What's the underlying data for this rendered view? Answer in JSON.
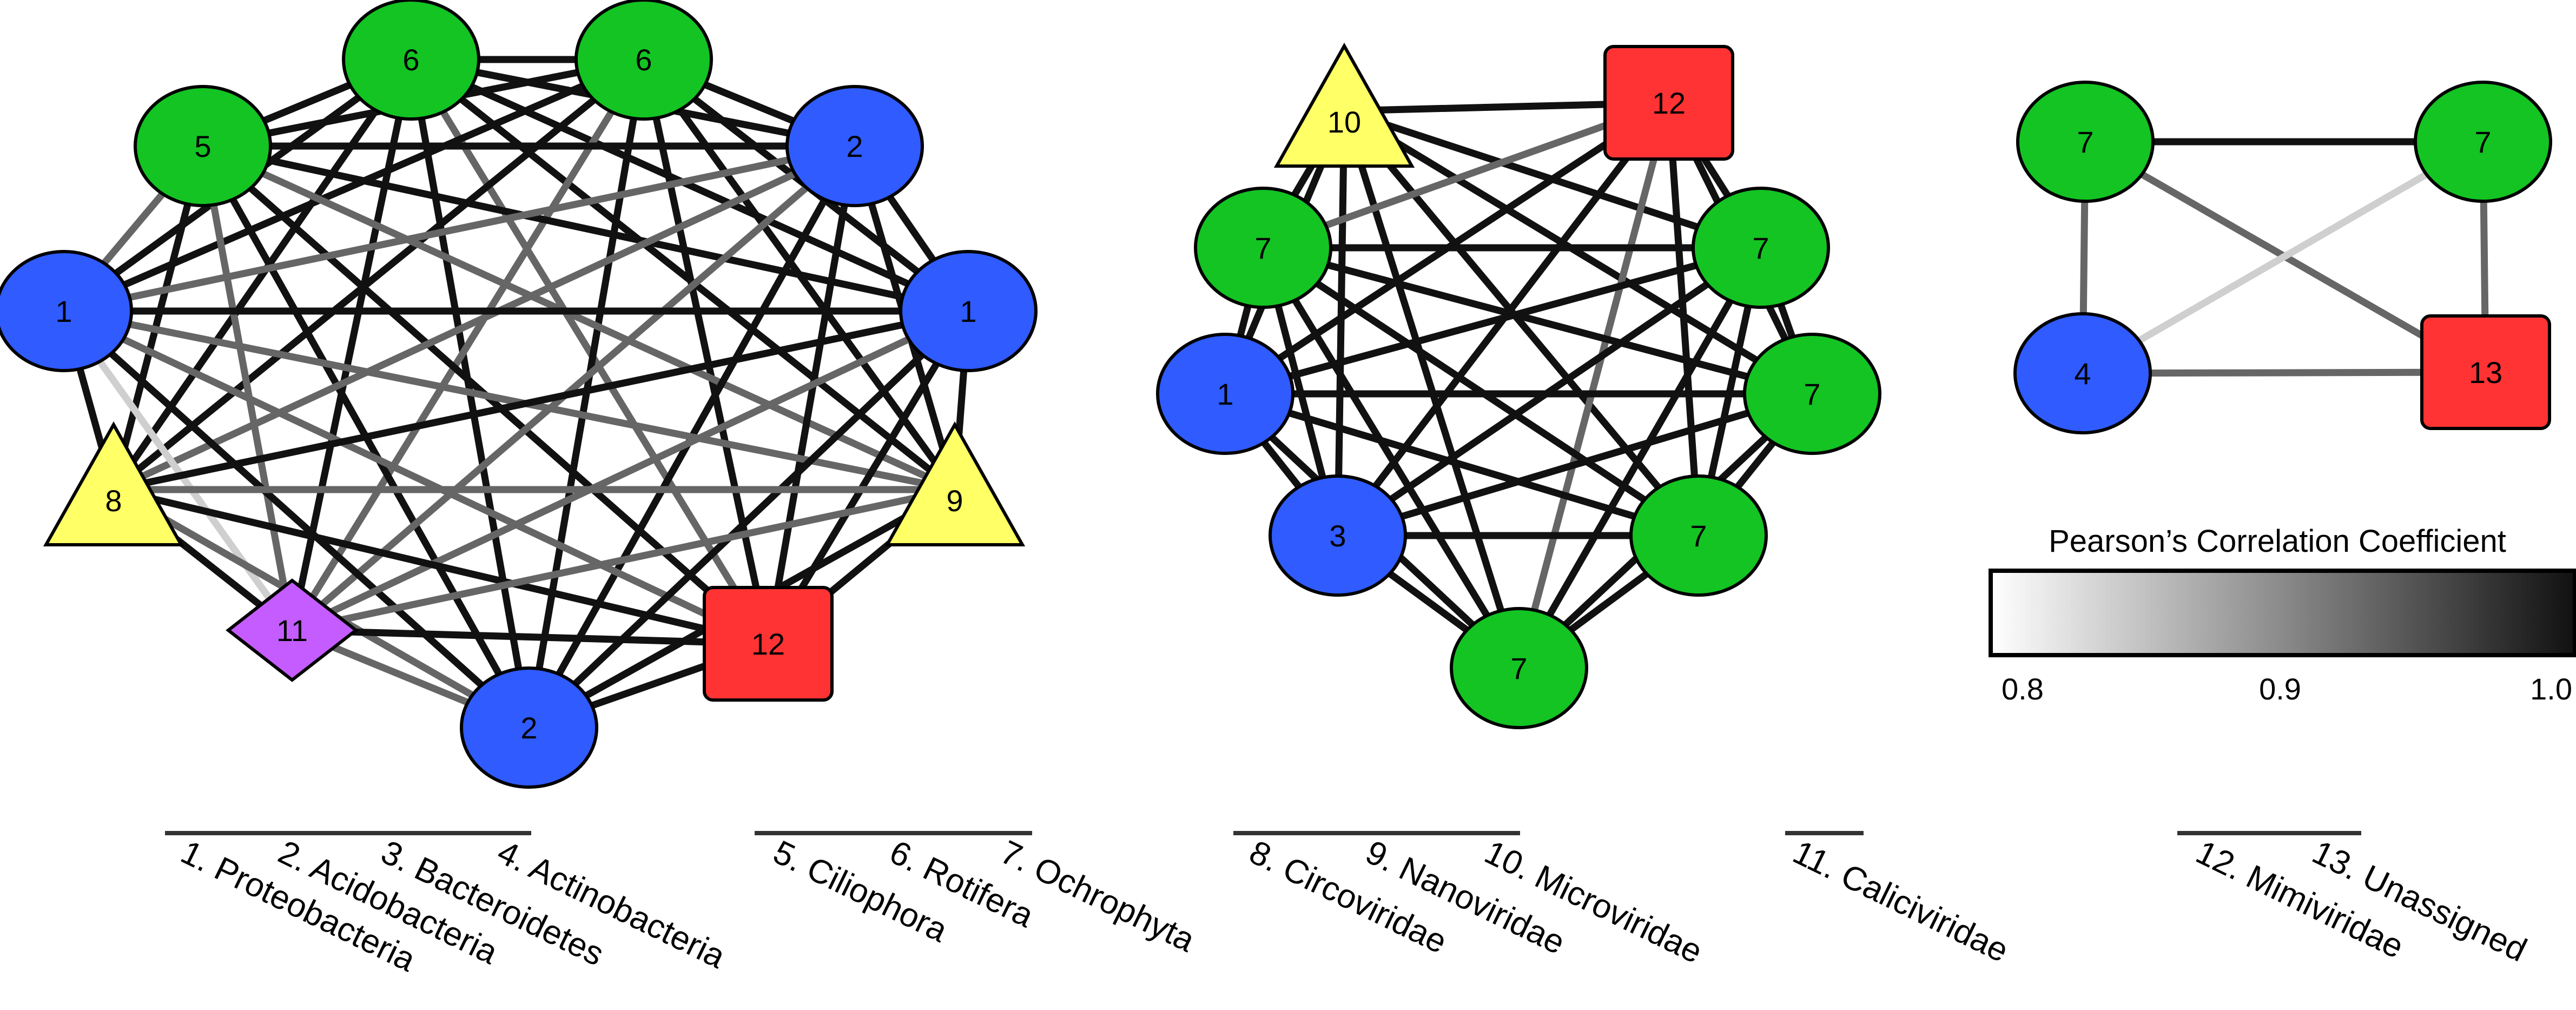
{
  "colors": {
    "bacteria": "#2f5bff",
    "protist": "#13c423",
    "virus_small": "#ffff66",
    "calici": "#c45cff",
    "mimi": "#ff3333",
    "outline": "#000000",
    "strong_edge": "#111111",
    "mid_edge": "#666666",
    "weak_edge": "#cfcfcf"
  },
  "networks": [
    {
      "id": "net1",
      "nodes": [
        {
          "id": "n6a",
          "label": "6",
          "shape": "ellipse",
          "group": "protist"
        },
        {
          "id": "n6b",
          "label": "6",
          "shape": "ellipse",
          "group": "protist"
        },
        {
          "id": "n5",
          "label": "5",
          "shape": "ellipse",
          "group": "protist"
        },
        {
          "id": "n2a",
          "label": "2",
          "shape": "ellipse",
          "group": "bacteria"
        },
        {
          "id": "n1a",
          "label": "1",
          "shape": "ellipse",
          "group": "bacteria"
        },
        {
          "id": "n1b",
          "label": "1",
          "shape": "ellipse",
          "group": "bacteria"
        },
        {
          "id": "n8",
          "label": "8",
          "shape": "triangle",
          "group": "virus_small"
        },
        {
          "id": "n9",
          "label": "9",
          "shape": "triangle",
          "group": "virus_small"
        },
        {
          "id": "n11",
          "label": "11",
          "shape": "diamond",
          "group": "calici"
        },
        {
          "id": "n12",
          "label": "12",
          "shape": "square",
          "group": "mimi"
        },
        {
          "id": "n2b",
          "label": "2",
          "shape": "ellipse",
          "group": "bacteria"
        }
      ]
    },
    {
      "id": "net2",
      "nodes": [
        {
          "id": "m10",
          "label": "10",
          "shape": "triangle",
          "group": "virus_small"
        },
        {
          "id": "m12",
          "label": "12",
          "shape": "square",
          "group": "mimi"
        },
        {
          "id": "m7a",
          "label": "7",
          "shape": "ellipse",
          "group": "protist"
        },
        {
          "id": "m7b",
          "label": "7",
          "shape": "ellipse",
          "group": "protist"
        },
        {
          "id": "m1",
          "label": "1",
          "shape": "ellipse",
          "group": "bacteria"
        },
        {
          "id": "m7c",
          "label": "7",
          "shape": "ellipse",
          "group": "protist"
        },
        {
          "id": "m3",
          "label": "3",
          "shape": "ellipse",
          "group": "bacteria"
        },
        {
          "id": "m7d",
          "label": "7",
          "shape": "ellipse",
          "group": "protist"
        },
        {
          "id": "m7e",
          "label": "7",
          "shape": "ellipse",
          "group": "protist"
        }
      ]
    },
    {
      "id": "net3",
      "nodes": [
        {
          "id": "s7a",
          "label": "7",
          "shape": "ellipse",
          "group": "protist"
        },
        {
          "id": "s7b",
          "label": "7",
          "shape": "ellipse",
          "group": "protist"
        },
        {
          "id": "s4",
          "label": "4",
          "shape": "ellipse",
          "group": "bacteria"
        },
        {
          "id": "s13",
          "label": "13",
          "shape": "square",
          "group": "mimi"
        }
      ]
    }
  ],
  "colorbar": {
    "title": "Pearson’s Correlation Coefficient",
    "ticks": [
      "0.8",
      "0.9",
      "1.0"
    ],
    "range": [
      0.8,
      1.0
    ]
  },
  "legend": {
    "groups": [
      {
        "items": [
          "1. Proteobacteria",
          "2. Acidobacteria",
          "3. Bacteroidetes",
          "4. Actinobacteria"
        ]
      },
      {
        "items": [
          "5. Ciliophora",
          "6. Rotifera",
          "7. Ochrophyta"
        ]
      },
      {
        "items": [
          "8. Circoviridae",
          "9. Nanoviridae",
          "10. Microviridae"
        ]
      },
      {
        "items": [
          "11. Caliciviridae"
        ]
      },
      {
        "items": [
          "12. Mimiviridae",
          "13. Unassigned"
        ]
      }
    ]
  }
}
